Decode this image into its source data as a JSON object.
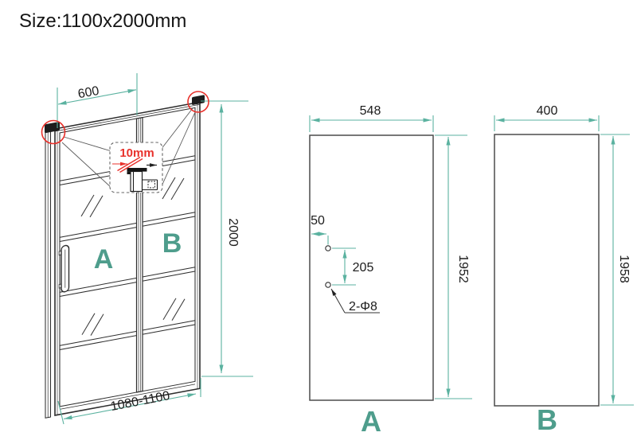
{
  "title": "Size:1100x2000mm",
  "colors": {
    "dimension_teal": "#5BB2A0",
    "label_teal": "#4E9D8C",
    "highlight_red": "#E8312B",
    "line_black": "#2E2E2E"
  },
  "door": {
    "dim_width_top": "600",
    "dim_height": "2000",
    "dim_width_bottom": "1080-1100",
    "glass_thickness_note": "10mm",
    "panel_a_label": "A",
    "panel_b_label": "B"
  },
  "panel_a": {
    "label": "A",
    "dim_width": "548",
    "dim_height": "1952",
    "hole_edge_offset": "50",
    "hole_spacing": "205",
    "hole_note": "2-Φ8"
  },
  "panel_b": {
    "label": "B",
    "dim_width": "400",
    "dim_height": "1958"
  }
}
